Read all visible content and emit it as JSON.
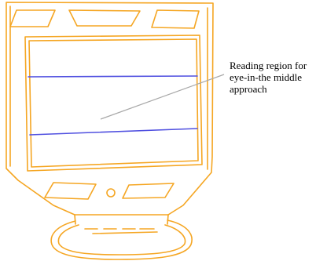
{
  "annotation": {
    "lines": [
      "Reading region for",
      "eye-in-the middle",
      "approach"
    ]
  },
  "colors": {
    "monitor_outline": "#f5a623",
    "reading_lines": "#5050e0",
    "leader_line": "#a8a8a8",
    "text": "#000000"
  },
  "icons": {
    "monitor": "crt-monitor-sketch"
  }
}
